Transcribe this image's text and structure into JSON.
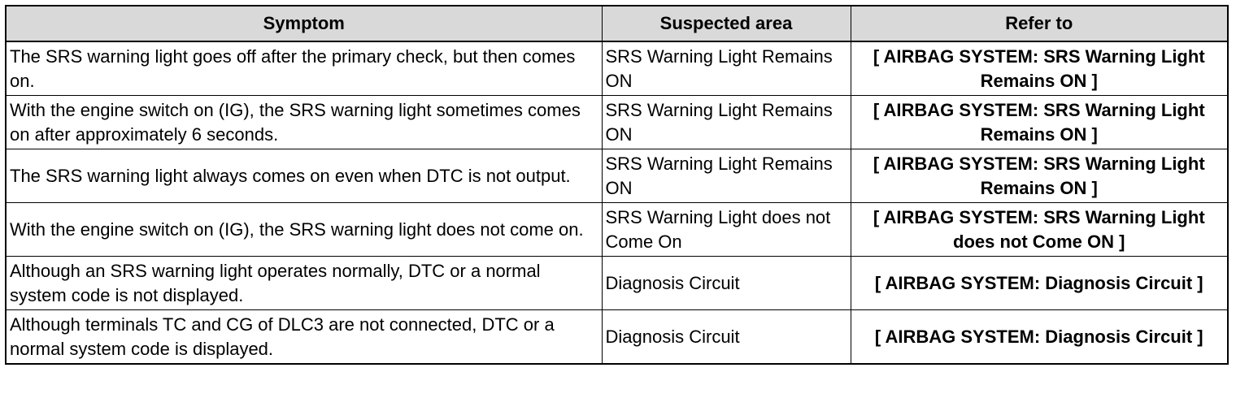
{
  "table": {
    "headers": [
      "Symptom",
      "Suspected area",
      "Refer to"
    ],
    "rows": [
      {
        "symptom": "The SRS warning light goes off after the primary check, but then comes on.",
        "area": "SRS Warning Light Remains ON",
        "refer": "[ AIRBAG SYSTEM: SRS Warning Light Remains ON ]"
      },
      {
        "symptom": "With the engine switch on (IG), the SRS warning light sometimes comes on after approximately 6 seconds.",
        "area": "SRS Warning Light Remains ON",
        "refer": "[ AIRBAG SYSTEM: SRS Warning Light Remains ON ]"
      },
      {
        "symptom": "The SRS warning light always comes on even when DTC is not output.",
        "area": "SRS Warning Light Remains ON",
        "refer": "[ AIRBAG SYSTEM: SRS Warning Light Remains ON ]"
      },
      {
        "symptom": "With the engine switch on (IG), the SRS warning light does not come on.",
        "area": "SRS Warning Light does not Come On",
        "refer": "[ AIRBAG SYSTEM: SRS Warning Light does not Come ON ]"
      },
      {
        "symptom": "Although an SRS warning light operates normally, DTC or a normal system code is not displayed.",
        "area": "Diagnosis Circuit",
        "refer": "[ AIRBAG SYSTEM: Diagnosis Circuit ]"
      },
      {
        "symptom": "Although terminals TC and CG of DLC3 are not connected, DTC or a normal system code is displayed.",
        "area": "Diagnosis Circuit",
        "refer": "[ AIRBAG SYSTEM: Diagnosis Circuit ]"
      }
    ]
  }
}
